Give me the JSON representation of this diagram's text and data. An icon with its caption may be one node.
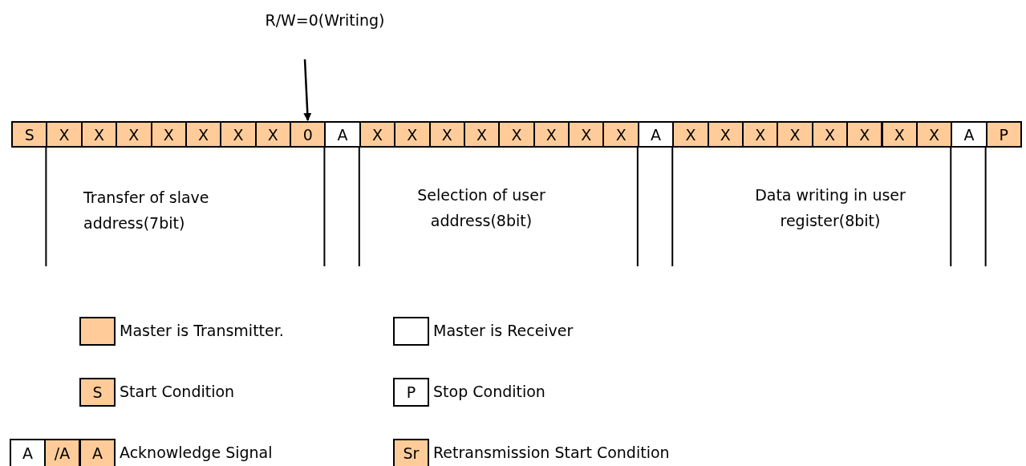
{
  "diagram": {
    "nodes": [
      {
        "text": [
          "R/W=0(Writing)"
        ]
      },
      {
        "text": [
          "S"
        ]
      },
      {
        "text": [
          "X"
        ]
      },
      {
        "text": [
          "X"
        ]
      },
      {
        "text": [
          "X"
        ]
      },
      {
        "text": [
          "X"
        ]
      },
      {
        "text": [
          "X"
        ]
      },
      {
        "text": [
          "X"
        ]
      },
      {
        "text": [
          "X"
        ]
      },
      {
        "text": [
          "0"
        ]
      },
      {
        "text": [
          "A"
        ]
      },
      {
        "text": [
          "X"
        ]
      },
      {
        "text": [
          "X"
        ]
      },
      {
        "text": [
          "X"
        ]
      },
      {
        "text": [
          "X"
        ]
      },
      {
        "text": [
          "X"
        ]
      },
      {
        "text": [
          "X"
        ]
      },
      {
        "text": [
          "X"
        ]
      },
      {
        "text": [
          "X"
        ]
      },
      {
        "text": [
          "A"
        ]
      },
      {
        "text": [
          "X"
        ]
      },
      {
        "text": [
          "X"
        ]
      },
      {
        "text": [
          "X"
        ]
      },
      {
        "text": [
          "X"
        ]
      },
      {
        "text": [
          "X"
        ]
      },
      {
        "text": [
          "X"
        ]
      },
      {
        "text": [
          "X"
        ]
      },
      {
        "text": [
          "X"
        ]
      },
      {
        "text": [
          "A"
        ]
      },
      {
        "text": [
          "P"
        ]
      }
    ],
    "edges": [
      {
        "from": 0,
        "to": 9,
        "arrow": "to"
      }
    ],
    "labels": [
      "Transfer of slave address(7bit)",
      "Selection of user address(8bit)",
      "Data writing in user register(8bit)",
      "S",
      "P",
      "A",
      "/A",
      "A",
      "Sr"
    ],
    "legend": [
      {
        "text": "Master is Transmitter.",
        "color": "#ffcc99"
      },
      {
        "text": "Master is Receiver",
        "color": "#ffffff"
      },
      {
        "text": "Start Condition"
      },
      {
        "text": "Stop Condition"
      },
      {
        "text": "Acknowledge Signal"
      },
      {
        "text": "Retransmission Start Condition"
      }
    ]
  }
}
